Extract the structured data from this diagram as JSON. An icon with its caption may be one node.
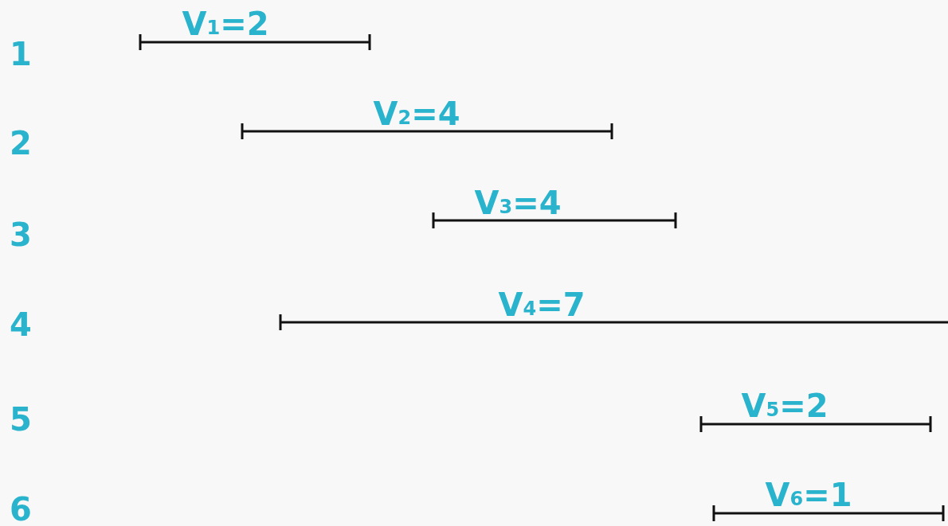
{
  "diagram": {
    "labels": [
      "V$_{1}$=2",
      "1",
      "V$_{2}$=4",
      "2",
      "V$_{3}$=4",
      "3",
      "V$_{4}$=7",
      "4",
      "V$_{5}$=2",
      "5",
      "V$_{6}$=1",
      "6"
    ]
  }
}
